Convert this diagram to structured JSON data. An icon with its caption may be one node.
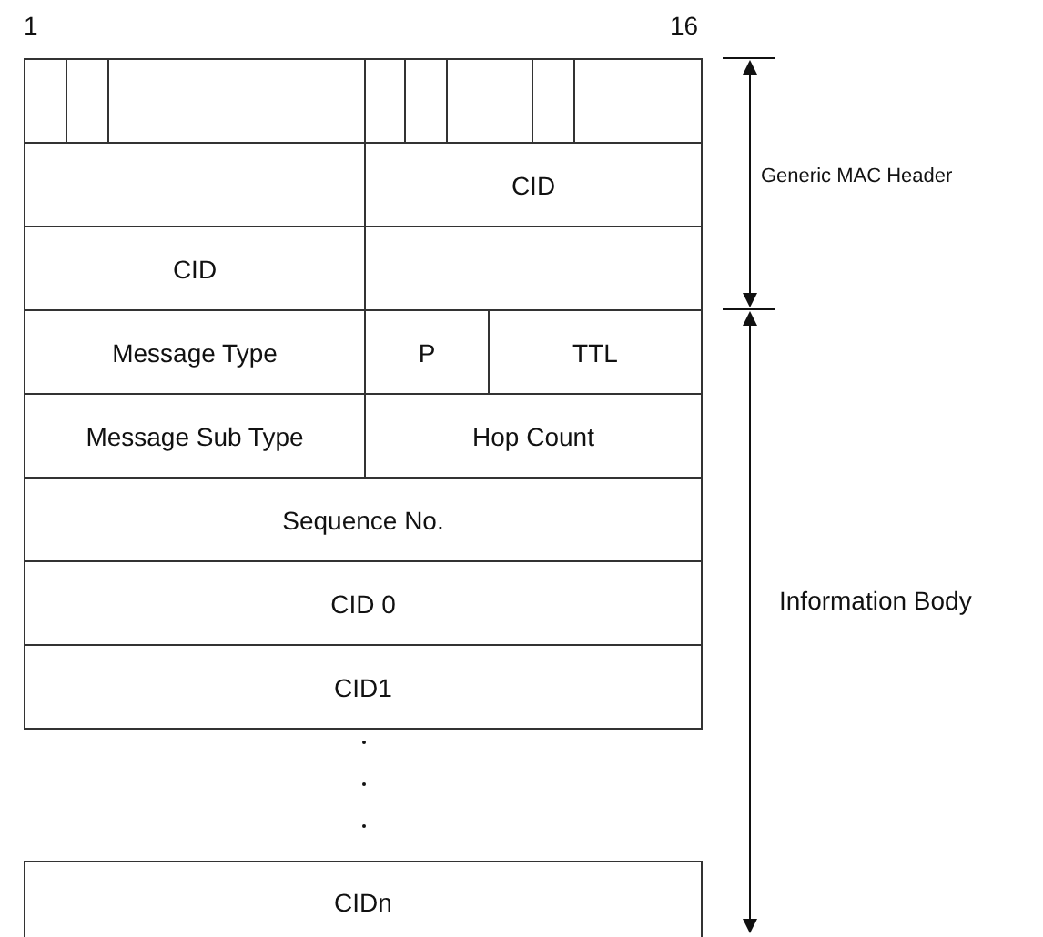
{
  "diagram": {
    "labels": [
      "1",
      "16",
      "CID",
      "CID",
      "Message Type",
      "P",
      "TTL",
      "Message Sub Type",
      "Hop Count",
      "Sequence No.",
      "CID 0",
      "CID1",
      "CIDn",
      "Generic MAC Header",
      "Information Body"
    ]
  }
}
